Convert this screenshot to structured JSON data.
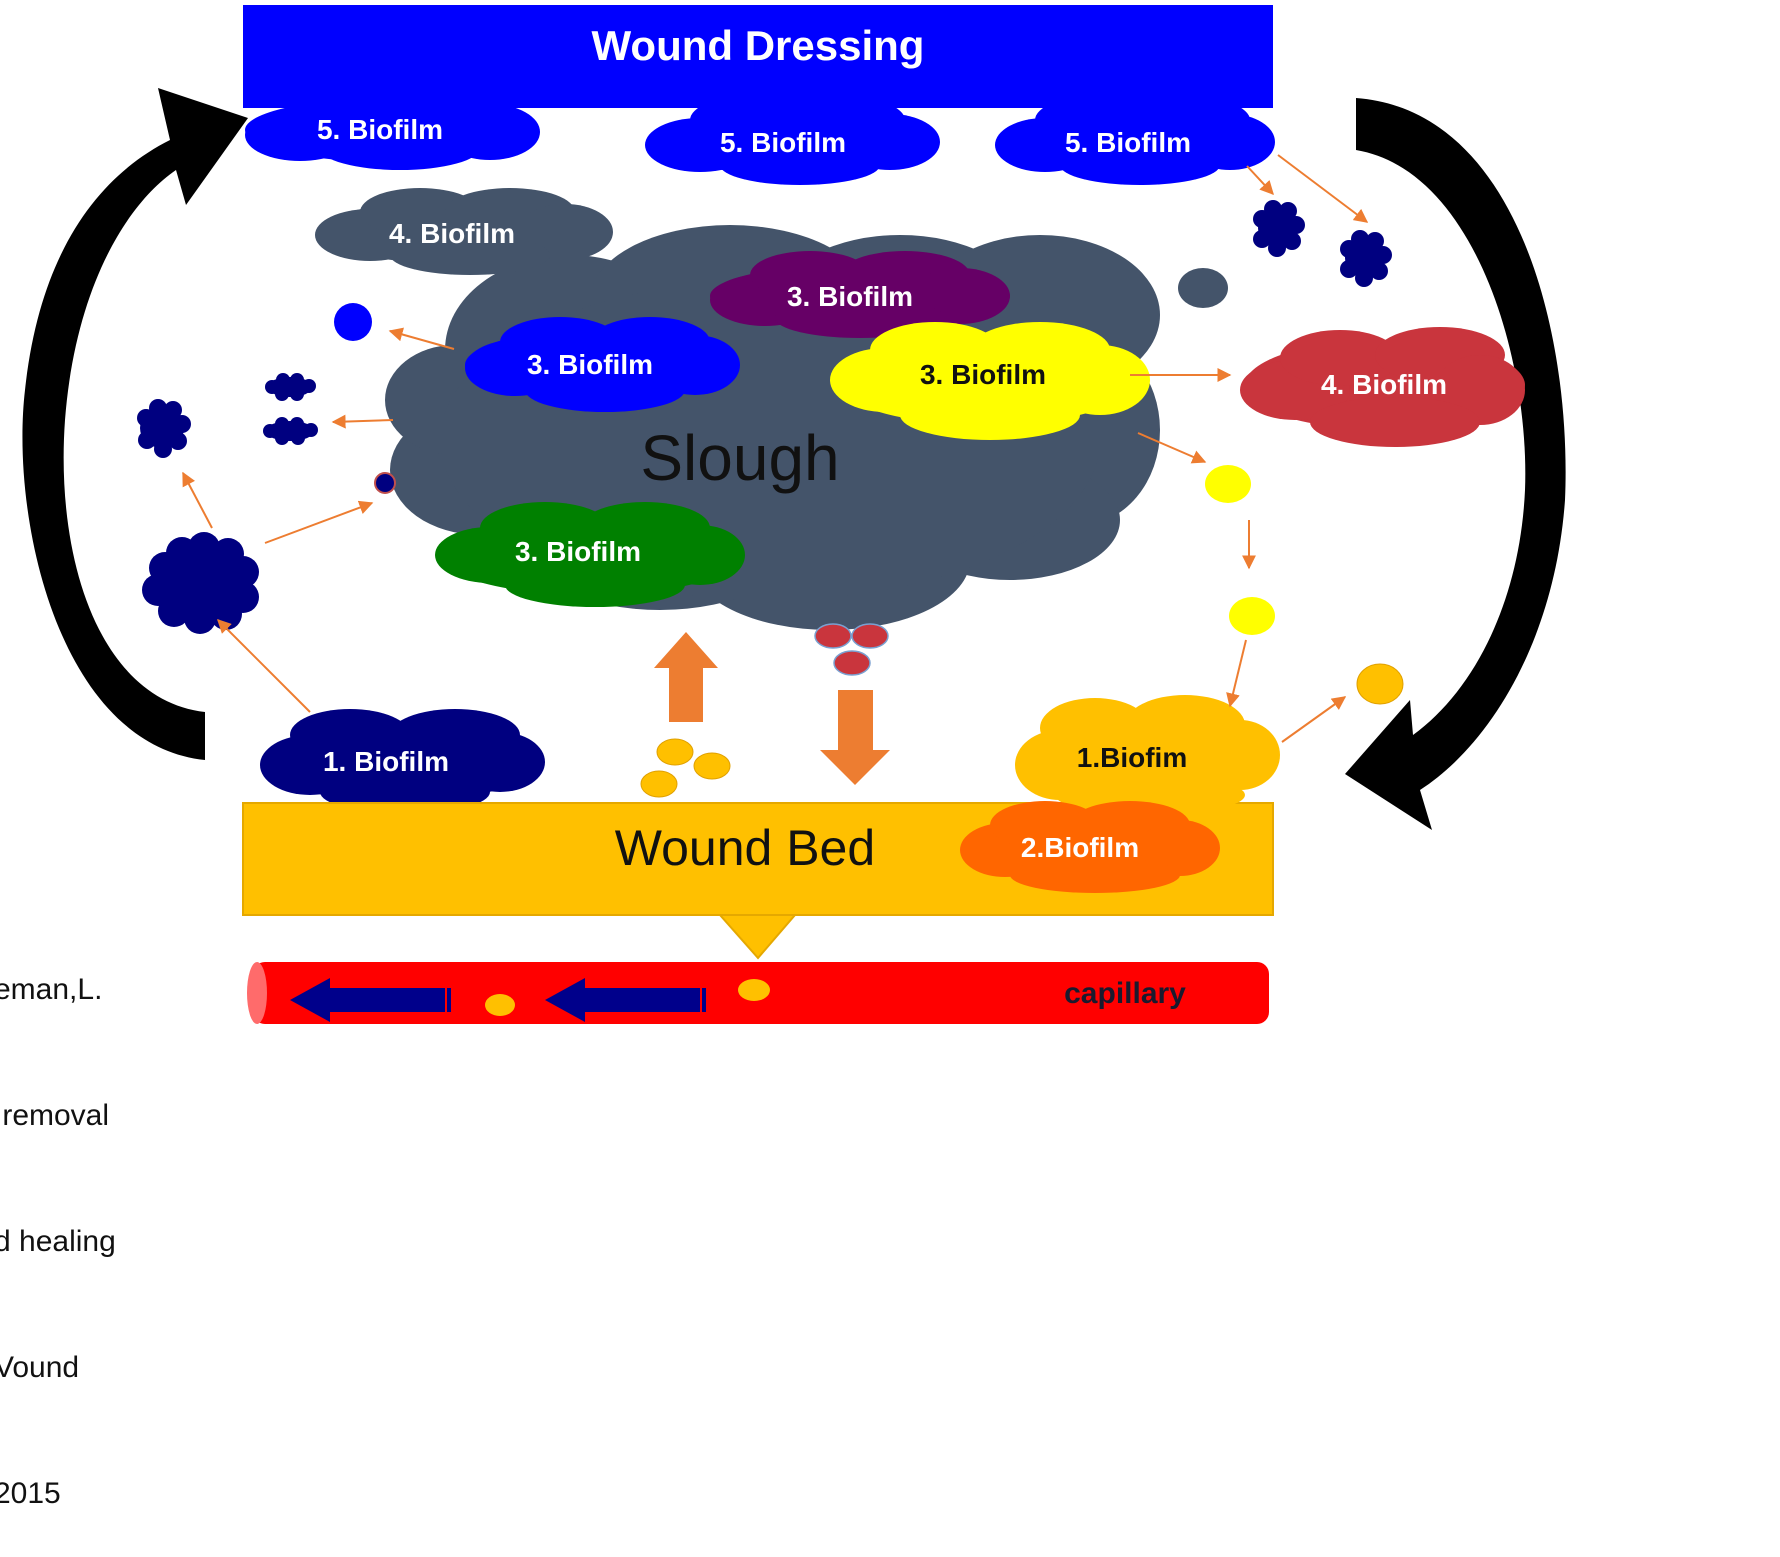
{
  "header": {
    "label": "Wound Dressing"
  },
  "slough": {
    "label": "Slough"
  },
  "wound_bed": {
    "label": "Wound Bed"
  },
  "capillary": {
    "label": "capillary"
  },
  "citation_lines": [
    "eman,L.",
    " removal",
    "d healing",
    "Vound",
    "2015"
  ],
  "biofilms": [
    {
      "id": "bf5-a",
      "label": "5. Biofilm",
      "color": "#0000ff"
    },
    {
      "id": "bf5-b",
      "label": "5. Biofilm",
      "color": "#0000ff"
    },
    {
      "id": "bf5-c",
      "label": "5. Biofilm",
      "color": "#0000ff"
    },
    {
      "id": "bf4-grey",
      "label": "4. Biofilm",
      "color": "#44546a"
    },
    {
      "id": "bf3-purple",
      "label": "3. Biofilm",
      "color": "#660066"
    },
    {
      "id": "bf3-blue",
      "label": "3. Biofilm",
      "color": "#0000ff"
    },
    {
      "id": "bf3-yellow",
      "label": "3. Biofilm",
      "color": "#ffff00"
    },
    {
      "id": "bf4-red",
      "label": "4. Biofilm",
      "color": "#c9353d"
    },
    {
      "id": "bf3-green",
      "label": "3. Biofilm",
      "color": "#008000"
    },
    {
      "id": "bf1-navy",
      "label": "1. Biofilm",
      "color": "#000080"
    },
    {
      "id": "bf1-gold",
      "label": "1.Biofim",
      "color": "#ffc000"
    },
    {
      "id": "bf2-orange",
      "label": "2.Biofilm",
      "color": "#ff6600"
    }
  ],
  "colors": {
    "dressing": "#0000ff",
    "slough": "#44546a",
    "wound_bed": "#ffc000",
    "capillary": "#ff0000",
    "flow_arrow": "#00008b",
    "thin_arrow": "#ed7d31",
    "block_arrow": "#ed7d31",
    "cycle_arrow": "#000000",
    "rbc": "#c9353d"
  },
  "icons": [
    "cycle-arrow",
    "block-arrow-up",
    "block-arrow-down",
    "flow-arrow",
    "red-blood-cell",
    "bacteria-cluster"
  ]
}
